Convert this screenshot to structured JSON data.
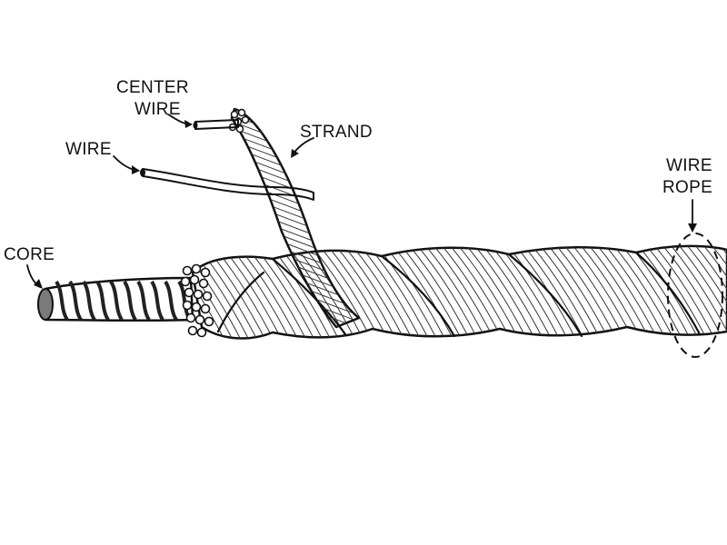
{
  "diagram": {
    "labels": {
      "center_wire_line1": "CENTER",
      "center_wire_line2": "WIRE",
      "strand": "STRAND",
      "wire": "WIRE",
      "core": "CORE",
      "wire_rope_line1": "WIRE",
      "wire_rope_line2": "ROPE"
    }
  }
}
